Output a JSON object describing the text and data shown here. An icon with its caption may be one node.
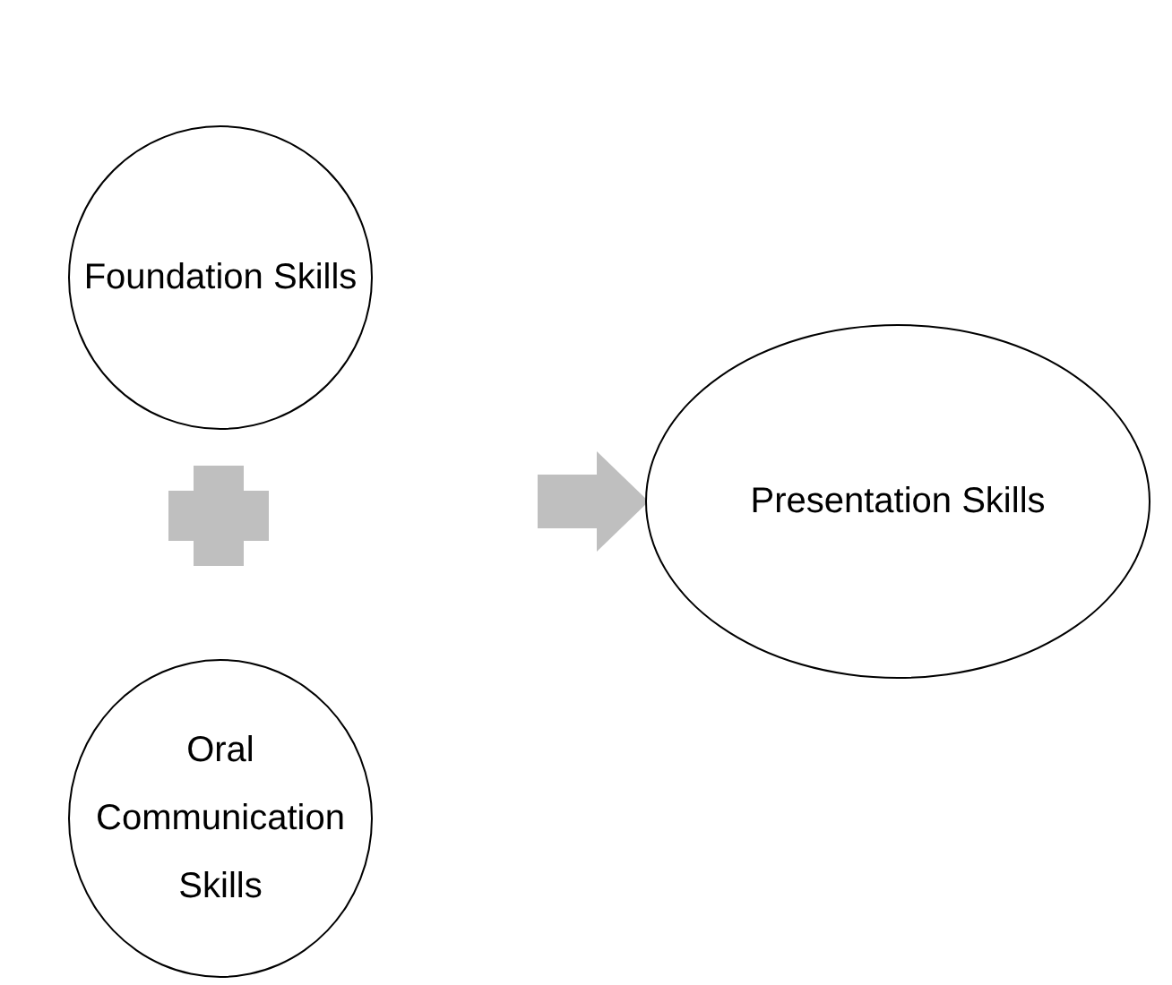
{
  "diagram": {
    "nodes": [
      {
        "text": [
          "Foundation Skills"
        ]
      },
      {
        "text": [
          "Oral Communication Skills"
        ]
      },
      {
        "text": [
          "Presentation Skills"
        ]
      }
    ],
    "edges": [
      {
        "from": null,
        "to": 2,
        "arrow": "to"
      }
    ]
  }
}
